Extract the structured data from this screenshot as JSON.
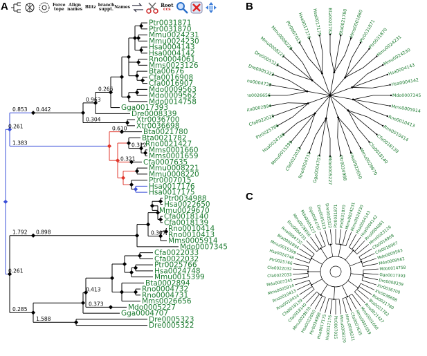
{
  "panels": {
    "a": "A",
    "b": "B",
    "c": "C"
  },
  "toolbar": {
    "buttons": [
      {
        "icon": "phylogram-icon"
      },
      {
        "icon": "radial-tree-icon"
      },
      {
        "icon": "circular-tree-icon"
      },
      {
        "label": "Force tope"
      },
      {
        "label": "Align names"
      },
      {
        "label": "Blitz"
      },
      {
        "label": "branch suppt."
      },
      {
        "label": "Names"
      },
      {
        "icon": "swap-icon"
      },
      {
        "icon": "cut-scissors-icon"
      },
      {
        "label": "Root",
        "small": "ccs"
      },
      {
        "icon": "search-icon"
      },
      {
        "icon": "delete-x-icon"
      },
      {
        "icon": "move-arrows-icon"
      }
    ]
  },
  "colors": {
    "leaf": "#1a7a2e",
    "branch": "#000000",
    "highlight_red": "#e0372c",
    "highlight_blue": "#3a4fd8",
    "node": "#000000"
  },
  "tree_a": {
    "leaves": [
      "Ptr0031871",
      "Ptr0031870",
      "Mmu0024231",
      "Mmu0024230",
      "Hsa0004143",
      "Hsa0004142",
      "Rno0004061",
      "Mms0023126",
      "Bta00676",
      "Cfa0016908",
      "Cfa0016907",
      "Mdo0009563",
      "Mdo0009562",
      "Mdo0014758",
      "Gga0017393",
      "Dre0008339",
      "Xtr0036700",
      "Xtr0036698",
      "Bta0021780",
      "Bta0021782",
      "Rno0021427",
      "Mms0001660",
      "Mms0001659",
      "Cfa0007635",
      "Mmu0008221",
      "Mmu0008220",
      "Ptr0007015",
      "Hsa0017176",
      "Hsa0017175",
      "Ptr0034988",
      "Hsa0022650",
      "Mmu0029670",
      "Cfa0018140",
      "Cfa0018139",
      "Rno0010414",
      "Rno0010413",
      "Mms0005914",
      "Mdo0007345",
      "Cfa0022033",
      "Cfa0022032",
      "Ptr0025766",
      "Hsa0024748",
      "Mmu0015399",
      "Bta0002894",
      "Rno0004732",
      "Rno0004731",
      "Mms0026656",
      "Mdo0005227",
      "Gga0004707",
      "Dre0005323",
      "Dre0005322"
    ],
    "support_labels": [
      "0.853",
      "0.266",
      "0.963",
      "0.442",
      "0.304",
      "0.261",
      "1.383",
      "0.610",
      "0.312",
      "0.321",
      "1.792",
      "0.307",
      "0.898",
      "0.261",
      "0.413",
      "0.373",
      "0.285",
      "1.588"
    ]
  },
  "tree_b": {
    "leaves": [
      "Ptr0031871",
      "Ptr0031870",
      "Mmu0024231",
      "Mmu0024230",
      "Hsa0004143",
      "Hsa0004142",
      "Mdo0007345",
      "Mms0005914",
      "Rno0010413",
      "Rno0010414",
      "Cfa0018139",
      "Cfa0018140",
      "Mmu0029670",
      "Hsa0022650",
      "Ptr0034988",
      "Mdo0005227",
      "Gga0004707",
      "Rno0004731",
      "Cfa0022032",
      "Mmu0015399",
      "Hsa0024748",
      "Ptr0025766",
      "Cfa0022033",
      "Bta0002894",
      "Mms0026656",
      "Rno0004732",
      "Dre0005322",
      "Dre0005323",
      "Mmu0008221",
      "Mmu0008220",
      "Ptr0007015",
      "Hsa0017176",
      "Hsa0017175",
      "Bta0021782",
      "Bta0021780",
      "Mms0001660"
    ]
  },
  "tree_c": {
    "leaves": [
      "Ptr0031871",
      "Ptr0031870",
      "Mmu0024231",
      "Mmu0024230",
      "Hsa0004143",
      "Hsa0004142",
      "Rno0004061",
      "Mms0023126",
      "Cfa0016908",
      "Cfa0016907",
      "Mdo0009563",
      "Mdo0009562",
      "Mdo0014758",
      "Gga0017393",
      "Dre0008339",
      "Xtr0036700",
      "Xtr0036698",
      "Bta0021780",
      "Bta0021782",
      "Rno0021427",
      "Mms0001660",
      "Mms0001659",
      "Cfa0007635",
      "Mmu0008221",
      "Mmu0008220",
      "Ptr0007015",
      "Hsa0017176",
      "Hsa0017175",
      "Ptr0034988",
      "Hsa0022650",
      "Mmu0029670",
      "Cfa0018140",
      "Cfa0018139",
      "Rno0010414",
      "Rno0010413",
      "Mms0005914",
      "Mdo0007345",
      "Cfa0022033",
      "Cfa0022032",
      "Ptr0025766",
      "Hsa0024748",
      "Mmu0015399",
      "Bta0002894",
      "Rno0004732",
      "Rno0004731",
      "Mms0026656",
      "Mdo0005227",
      "Gga0004707",
      "Dre0005323",
      "Dre0005322"
    ]
  }
}
